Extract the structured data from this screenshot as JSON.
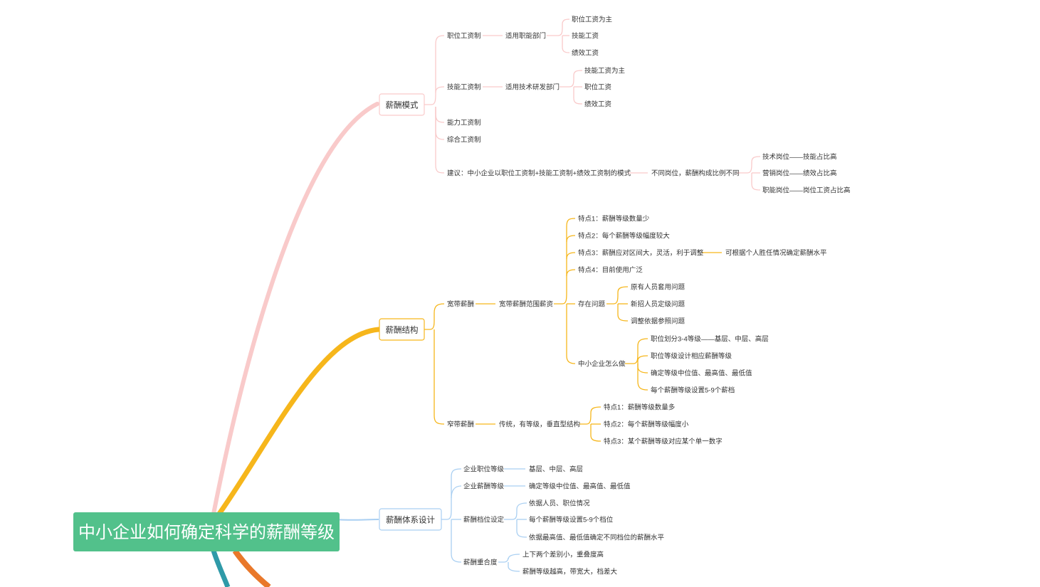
{
  "root": {
    "label": "中小企业如何确定科学的薪酬等级",
    "color": "#52c18b"
  },
  "colors": {
    "mode": "#f9caca",
    "structure": "#f6b61b",
    "system": "#a9cff2",
    "teal": "#2f9aa8",
    "orange": "#e9782a"
  },
  "mode": {
    "label": "薪酬模式",
    "zw": "职位工资制",
    "zw_dept": "适用职能部门",
    "zw_a": "职位工资为主",
    "zw_b": "技能工资",
    "zw_c": "绩效工资",
    "jn": "技能工资制",
    "jn_dept": "适用技术研发部门",
    "jn_a": "技能工资为主",
    "jn_b": "职位工资",
    "jn_c": "绩效工资",
    "nl": "能力工资制",
    "zh": "综合工资制",
    "advice": "建议：中小企业以职位工资制+技能工资制+绩效工资制的模式",
    "diff": "不同岗位，薪酬构成比例不同",
    "d1": "技术岗位——技能占比高",
    "d2": "营销岗位——绩效占比高",
    "d3": "职能岗位——岗位工资占比高"
  },
  "structure": {
    "label": "薪酬结构",
    "kd": "宽带薪酬",
    "kd_sub": "宽带薪酬范围薪资",
    "f1": "特点1：薪酬等级数量少",
    "f2": "特点2：每个薪酬等级幅度较大",
    "f3": "特点3：薪酬应对区间大，灵活，利于调整",
    "f3_note": "可根据个人胜任情况确定薪酬水平",
    "f4": "特点4：目前使用广泛",
    "issue": "存在问题",
    "i1": "原有人员套用问题",
    "i2": "新招人员定级问题",
    "i3": "调整依据参照问题",
    "how": "中小企业怎么做",
    "h1": "职位划分3-4等级——基层、中层、高层",
    "h2": "职位等级设计相应薪酬等级",
    "h3": "确定等级中位值、最高值、最低值",
    "h4": "每个薪酬等级设置5-9个薪档",
    "zd": "窄带薪酬",
    "zd_sub": "传统，有等级，垂直型结构",
    "z1": "特点1：薪酬等级数量多",
    "z2": "特点2：每个薪酬等级幅度小",
    "z3": "特点3：某个薪酬等级对应某个单一数字"
  },
  "system": {
    "label": "薪酬体系设计",
    "zwdj": "企业职位等级",
    "zwdj_v": "基层、中层、高层",
    "xcdj": "企业薪酬等级",
    "xcdj_v": "确定等级中位值、最高值、最低值",
    "dw": "薪酬档位设定",
    "dw1": "依据人员、职位情况",
    "dw2": "每个薪酬等级设置5-9个档位",
    "dw3": "依据最高值、最低值确定不同档位的薪酬水平",
    "cd": "薪酬重合度",
    "cd1": "上下两个差别小，重叠度高",
    "cd2": "薪酬等级越高，带宽大，档差大"
  }
}
